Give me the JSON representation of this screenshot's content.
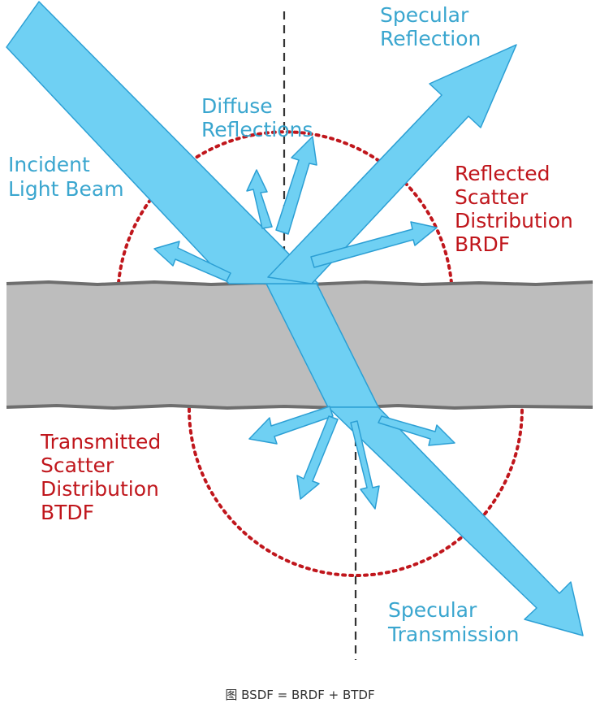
{
  "colors": {
    "beam_fill": "#6fd0f3",
    "beam_stroke": "#2c9fd4",
    "slab_fill": "#bdbdbd",
    "slab_edge": "#6e6e6e",
    "reflect_text": "#3aa6cf",
    "scatter_text": "#c0161c",
    "dotted": "#c0161c",
    "dashed": "#333333"
  },
  "labels": {
    "specular_reflection": [
      "Specular",
      "Reflection"
    ],
    "diffuse_reflections": [
      "Diffuse",
      "Reflections"
    ],
    "incident_light_beam": [
      "Incident",
      "Light Beam"
    ],
    "reflected_scatter": [
      "Reflected",
      "Scatter",
      "Distribution",
      "BRDF"
    ],
    "transmitted_scatter": [
      "Transmitted",
      "Scatter",
      "Distribution",
      "BTDF"
    ],
    "specular_transmission": [
      "Specular",
      "Transmission"
    ]
  },
  "caption": "图 BSDF = BRDF + BTDF"
}
